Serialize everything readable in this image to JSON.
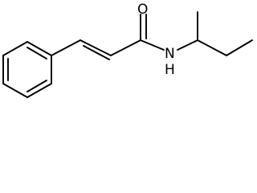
{
  "molecule": {
    "atoms": {
      "oxygen": "O",
      "nitrogen": "N",
      "hydrogen": "H"
    }
  },
  "colors": {
    "bond": "#000000",
    "background": "#ffffff"
  }
}
